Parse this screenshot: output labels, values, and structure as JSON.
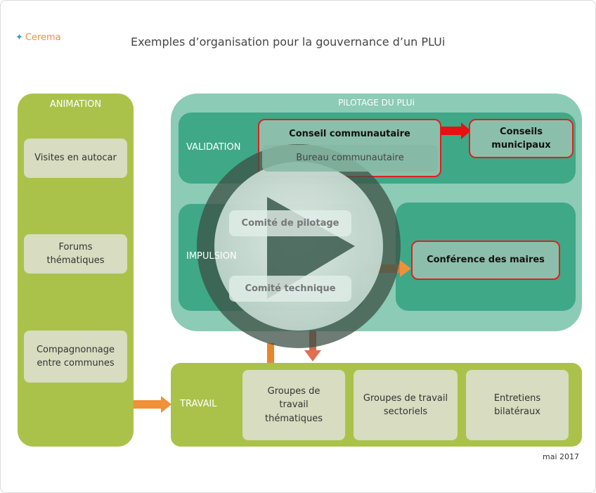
{
  "logo": "Cerema",
  "title": "Exemples d’organisation pour la gouvernance d’un PLUi",
  "animation": {
    "heading": "ANIMATION",
    "items": [
      "Visites en autocar",
      "Forums thématiques",
      "Compagnonnage entre communes"
    ]
  },
  "pilotage": {
    "heading": "PILOTAGE DU PLUi",
    "validation": "VALIDATION",
    "impulsion": "IMPULSION",
    "conseil": "Conseil communautaire",
    "bureau": "Bureau communautaire",
    "conseils_municipaux": "Conseils municipaux",
    "comite_pilotage": "Comité de pilotage",
    "comite_technique": "Comité technique",
    "conference": "Conférence des maires"
  },
  "travail": {
    "label": "TRAVAIL",
    "items": [
      "Groupes de travail thématiques",
      "Groupes de travail sectoriels",
      "Entretiens bilatéraux"
    ]
  },
  "date": "mai 2017",
  "colors": {
    "green": "#aac24a",
    "teal": "#3fa887",
    "red": "#e02020",
    "orange": "#f0913a"
  },
  "video": {
    "icon": "play-icon"
  }
}
